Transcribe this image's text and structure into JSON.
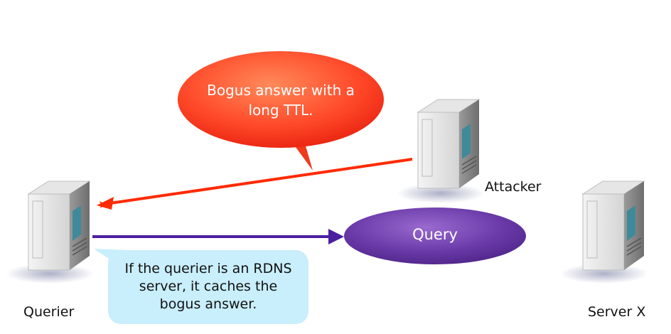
{
  "nodes": {
    "querier": {
      "label": "Querier"
    },
    "attacker": {
      "label": "Attacker"
    },
    "server_x": {
      "label": "Server X"
    }
  },
  "speech_bubble": {
    "line1": "Bogus answer with a",
    "line2": "long TTL."
  },
  "query_ellipse": {
    "label": "Query"
  },
  "note": {
    "line1": "If the querier is an RDNS",
    "line2": "server, it caches the",
    "line3": "bogus answer."
  },
  "colors": {
    "bogus_arrow": "#ff2a00",
    "query_arrow": "#4b1fa0",
    "bubble_fill": "#ff5533",
    "ellipse_fill": "#6a3aa8",
    "note_fill": "#c9eefc"
  }
}
